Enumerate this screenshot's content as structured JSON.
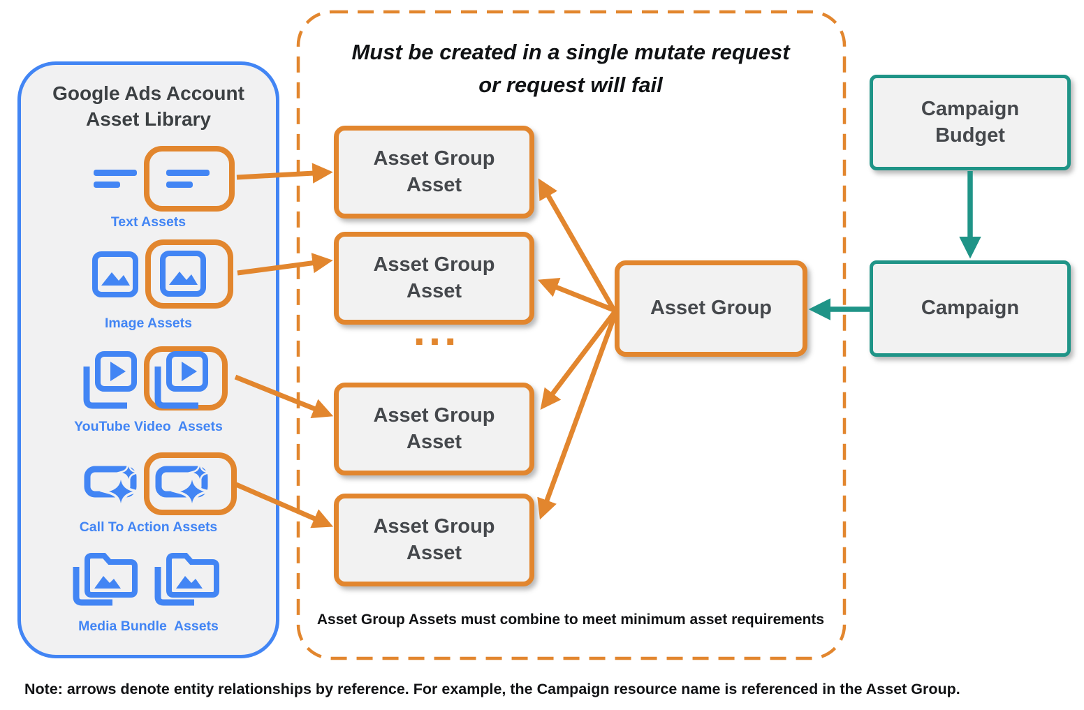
{
  "colors": {
    "blue": "#4285F4",
    "orange": "#E2862E",
    "teal": "#1F9487",
    "panel_fill": "#F1F1F2",
    "node_fill": "#F2F2F2",
    "dark_text": "#3C4043"
  },
  "library": {
    "title": "Google Ads Account Asset Library",
    "items": [
      {
        "icon": "text-asset-icon",
        "label": "Text Assets"
      },
      {
        "icon": "image-asset-icon",
        "label": "Image Assets"
      },
      {
        "icon": "youtube-video-asset-icon",
        "label": "YouTube Video  Assets"
      },
      {
        "icon": "call-to-action-asset-icon",
        "label": "Call To Action Assets"
      },
      {
        "icon": "media-bundle-asset-icon",
        "label": "Media Bundle  Assets"
      }
    ]
  },
  "mutate_group": {
    "title_lines": [
      "Must be created in a single mutate request",
      "or request will fail"
    ],
    "asset_group_asset_boxes": [
      "Asset Group Asset",
      "Asset Group Asset",
      "Asset Group Asset",
      "Asset Group Asset"
    ],
    "ellipsis": "...",
    "asset_group_label": "Asset Group",
    "footnote": "Asset Group Assets must combine to meet minimum asset requirements"
  },
  "campaign_flow": {
    "budget_label": "Campaign Budget",
    "campaign_label": "Campaign"
  },
  "note": "Note: arrows denote entity relationships by reference. For example, the Campaign resource name is referenced in the Asset Group."
}
